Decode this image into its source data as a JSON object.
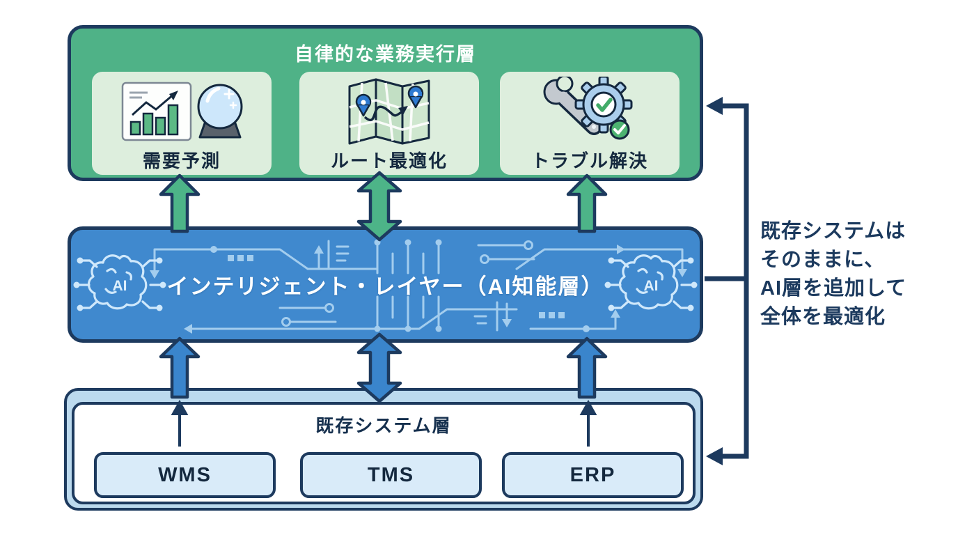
{
  "top_layer": {
    "title": "自律的な業務実行層",
    "items": [
      {
        "label": "需要予測",
        "icon": "forecast-chart-crystal-ball-icon"
      },
      {
        "label": "ルート最適化",
        "icon": "route-map-icon"
      },
      {
        "label": "トラブル解決",
        "icon": "wrench-gear-check-icon"
      }
    ]
  },
  "middle_layer": {
    "title": "インテリジェント・レイヤー（AI知能層）",
    "brain_label": "AI"
  },
  "bottom_layer": {
    "title": "既存システム層",
    "systems": [
      {
        "label": "WMS"
      },
      {
        "label": "TMS"
      },
      {
        "label": "ERP"
      }
    ]
  },
  "annotation": {
    "lines": [
      "既存システムは",
      "そのままに、",
      "AI層を追加して",
      "全体を最適化"
    ]
  },
  "colors": {
    "green_layer": "#4fb287",
    "green_box": "#ddeedd",
    "green_arrow": "#4db488",
    "blue_layer": "#4089ce",
    "blue_arrow": "#3a85cc",
    "circuit_blue": "#a3cdee",
    "navy_border": "#1d3a5e",
    "text_navy": "#14283e",
    "bottom_band": "#bcdaee",
    "system_box": "#d9ebf9"
  }
}
